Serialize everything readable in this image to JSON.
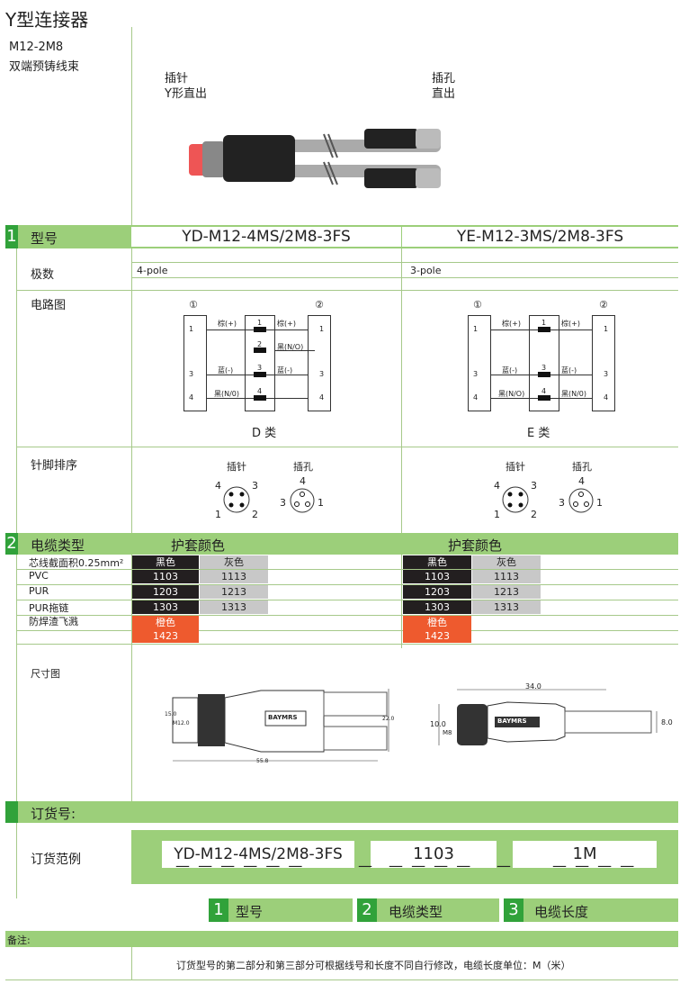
{
  "header": {
    "title": "Y型连接器",
    "model_series": "M12-2M8",
    "subtitle": "双端预铸线束"
  },
  "photo_labels": {
    "left_line1": "插针",
    "left_line2": "Y形直出",
    "right_line1": "插孔",
    "right_line2": "直出"
  },
  "section1": {
    "number": "1",
    "label": "型号",
    "model_a": "YD-M12-4MS/2M8-3FS",
    "model_b": "YE-M12-3MS/2M8-3FS",
    "poles_label": "极数",
    "poles_a": "4-pole",
    "poles_b": "3-pole",
    "circuit_label": "电路图",
    "pin_label": "针脚排序"
  },
  "circuit_a": {
    "left_circle": "①",
    "right_circle": "②",
    "class_label": "D 类",
    "wires": [
      "棕(+)",
      "棕(+)",
      "黑(N/O)",
      "蓝(-)",
      "蓝(-)",
      "黑(N/0)"
    ],
    "pins": [
      "1",
      "2",
      "3",
      "4"
    ],
    "left_pins": [
      "1",
      "3",
      "4"
    ],
    "right_pins": [
      "1",
      "3",
      "4"
    ]
  },
  "circuit_b": {
    "left_circle": "①",
    "right_circle": "②",
    "class_label": "E 类",
    "wires": [
      "棕(+)",
      "棕(+)",
      "蓝(-)",
      "蓝(-)",
      "黑(N/O)",
      "黑(N/0)"
    ],
    "pins": [
      "1",
      "3",
      "4"
    ],
    "left_pins": [
      "1",
      "3",
      "4"
    ],
    "right_pins": [
      "1",
      "3",
      "4"
    ]
  },
  "pinout": {
    "male_label": "插针",
    "female_label": "插孔",
    "male_pins": [
      "4",
      "3",
      "1",
      "2"
    ],
    "female_pins": [
      "4",
      "3",
      "1"
    ]
  },
  "section2": {
    "number": "2",
    "label": "电缆类型",
    "jacket_label": "护套颜色",
    "rows": [
      {
        "label": "芯线截面积0.25mm²",
        "black": "黑色",
        "grey": "灰色"
      },
      {
        "label": "PVC",
        "black": "1103",
        "grey": "1113"
      },
      {
        "label": "PUR",
        "black": "1203",
        "grey": "1213"
      },
      {
        "label": "PUR拖链",
        "black": "1303",
        "grey": "1313"
      }
    ],
    "weld_label": "防焊渣飞溅",
    "orange_label": "橙色",
    "orange_code": "1423"
  },
  "dimensions": {
    "label": "尺寸图",
    "left_dims": [
      "15.0",
      "M12.0",
      "55.8",
      "22.0"
    ],
    "right_dims": [
      "34.0",
      "10.0",
      "M8",
      "8.0"
    ],
    "brand": "BAYMRS"
  },
  "order": {
    "title": "订货号:",
    "example_label": "订货范例",
    "model": "YD-M12-4MS/2M8-3FS",
    "cable": "1103",
    "length": "1M",
    "legend": [
      {
        "n": "1",
        "t": "型号"
      },
      {
        "n": "2",
        "t": "电缆类型"
      },
      {
        "n": "3",
        "t": "电缆长度"
      }
    ]
  },
  "notes": {
    "label": "备注:",
    "text": "订货型号的第二部分和第三部分可根据线号和长度不同自行修改，电缆长度单位：M（米）"
  }
}
